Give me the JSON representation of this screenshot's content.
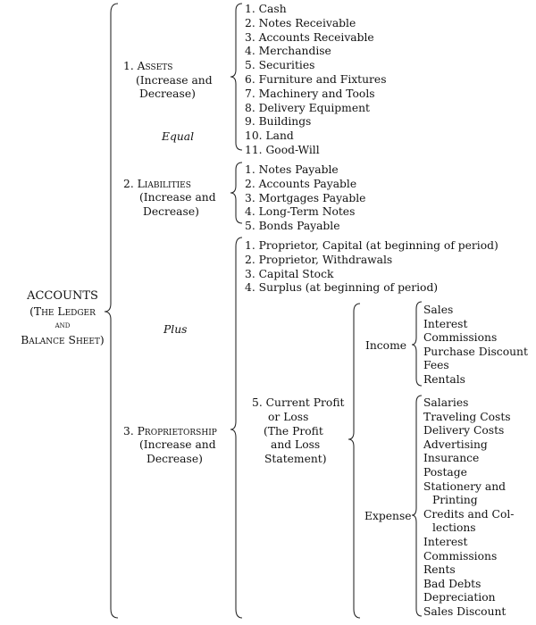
{
  "root": {
    "title": "ACCOUNTS",
    "sub1": "(The Ledger",
    "sub2": "and",
    "sub3": "Balance Sheet)"
  },
  "connectors": {
    "equal": "Equal",
    "plus": "Plus"
  },
  "assets": {
    "label": "1. Assets",
    "sub1": "(Increase and",
    "sub2": "Decrease)",
    "items": [
      "1. Cash",
      "2. Notes Receivable",
      "3. Accounts Receivable",
      "4. Merchandise",
      "5. Securities",
      "6. Furniture and Fixtures",
      "7. Machinery and Tools",
      "8. Delivery Equipment",
      "9. Buildings",
      "10. Land",
      "11. Good-Will"
    ]
  },
  "liabilities": {
    "label": "2. Liabilities",
    "sub1": "(Increase and",
    "sub2": "Decrease)",
    "items": [
      "1. Notes Payable",
      "2. Accounts Payable",
      "3. Mortgages Payable",
      "4. Long-Term Notes",
      "5. Bonds Payable"
    ]
  },
  "proprietorship": {
    "label": "3. Proprietorship",
    "sub1": "(Increase and",
    "sub2": "Decrease)",
    "items": [
      "1. Proprietor, Capital (at beginning of period)",
      "2. Proprietor, Withdrawals",
      "3. Capital Stock",
      "4. Surplus (at beginning of period)"
    ],
    "current": {
      "line1": "5. Current Profit",
      "line2": "or Loss",
      "line3": "(The Profit",
      "line4": "and Loss",
      "line5": "Statement)"
    },
    "income": {
      "label": "Income",
      "items": [
        "Sales",
        "Interest",
        "Commissions",
        "Purchase Discount",
        "Fees",
        "Rentals"
      ]
    },
    "expense": {
      "label": "Expense",
      "items": [
        "Salaries",
        "Traveling Costs",
        "Delivery Costs",
        "Advertising",
        "Insurance",
        "Postage",
        "Stationery and",
        "Printing",
        "Credits and Col-",
        "lections",
        "Interest",
        "Commissions",
        "Rents",
        "Bad Debts",
        "Depreciation",
        "Sales Discount"
      ]
    }
  }
}
